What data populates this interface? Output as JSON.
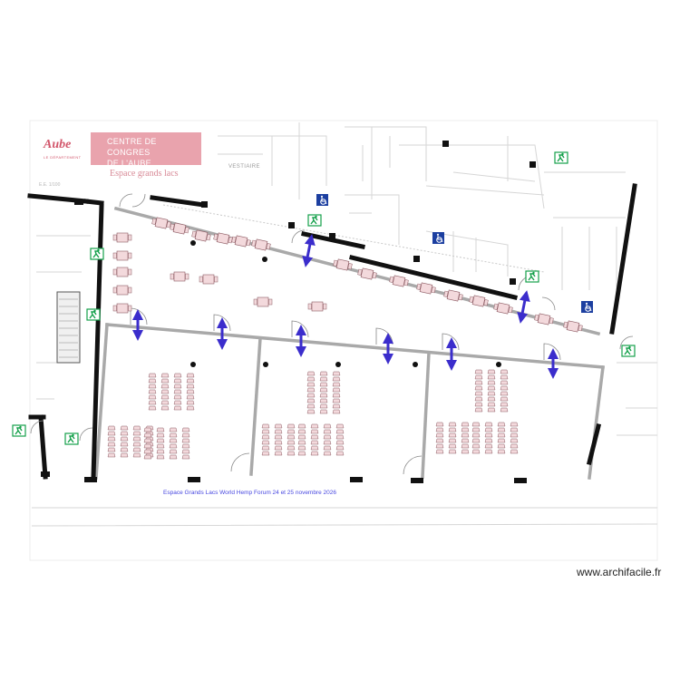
{
  "cartouche": {
    "logo": "Aube",
    "logo_sub": "LE DÉPARTEMENT",
    "title_line1": "CENTRE DE CONGRES",
    "title_line2": "DE L'AUBE",
    "venue": "Espace grands lacs",
    "scale": "E.E. 1/100"
  },
  "labels": {
    "vestiaire": "VESTIAIRE",
    "caption": "Espace Grands Lacs World Hemp Forum  24 et 25 novembre 2026"
  },
  "footer": {
    "credit": "www.archifacile.fr"
  },
  "colors": {
    "wall": "#111111",
    "partition": "#a9a9a9",
    "furniture_fill": "#f3d9dc",
    "furniture_stroke": "#8c5a62",
    "arrow": "#3b2dcc",
    "exit_sign": "#14a04a",
    "accessibility": "#1c3fa0",
    "caption": "#4848e0",
    "cartouche": "#e9a3ad"
  },
  "icons": [
    "emergency-exit-icon",
    "wheelchair-accessibility-icon",
    "double-arrow-icon"
  ]
}
